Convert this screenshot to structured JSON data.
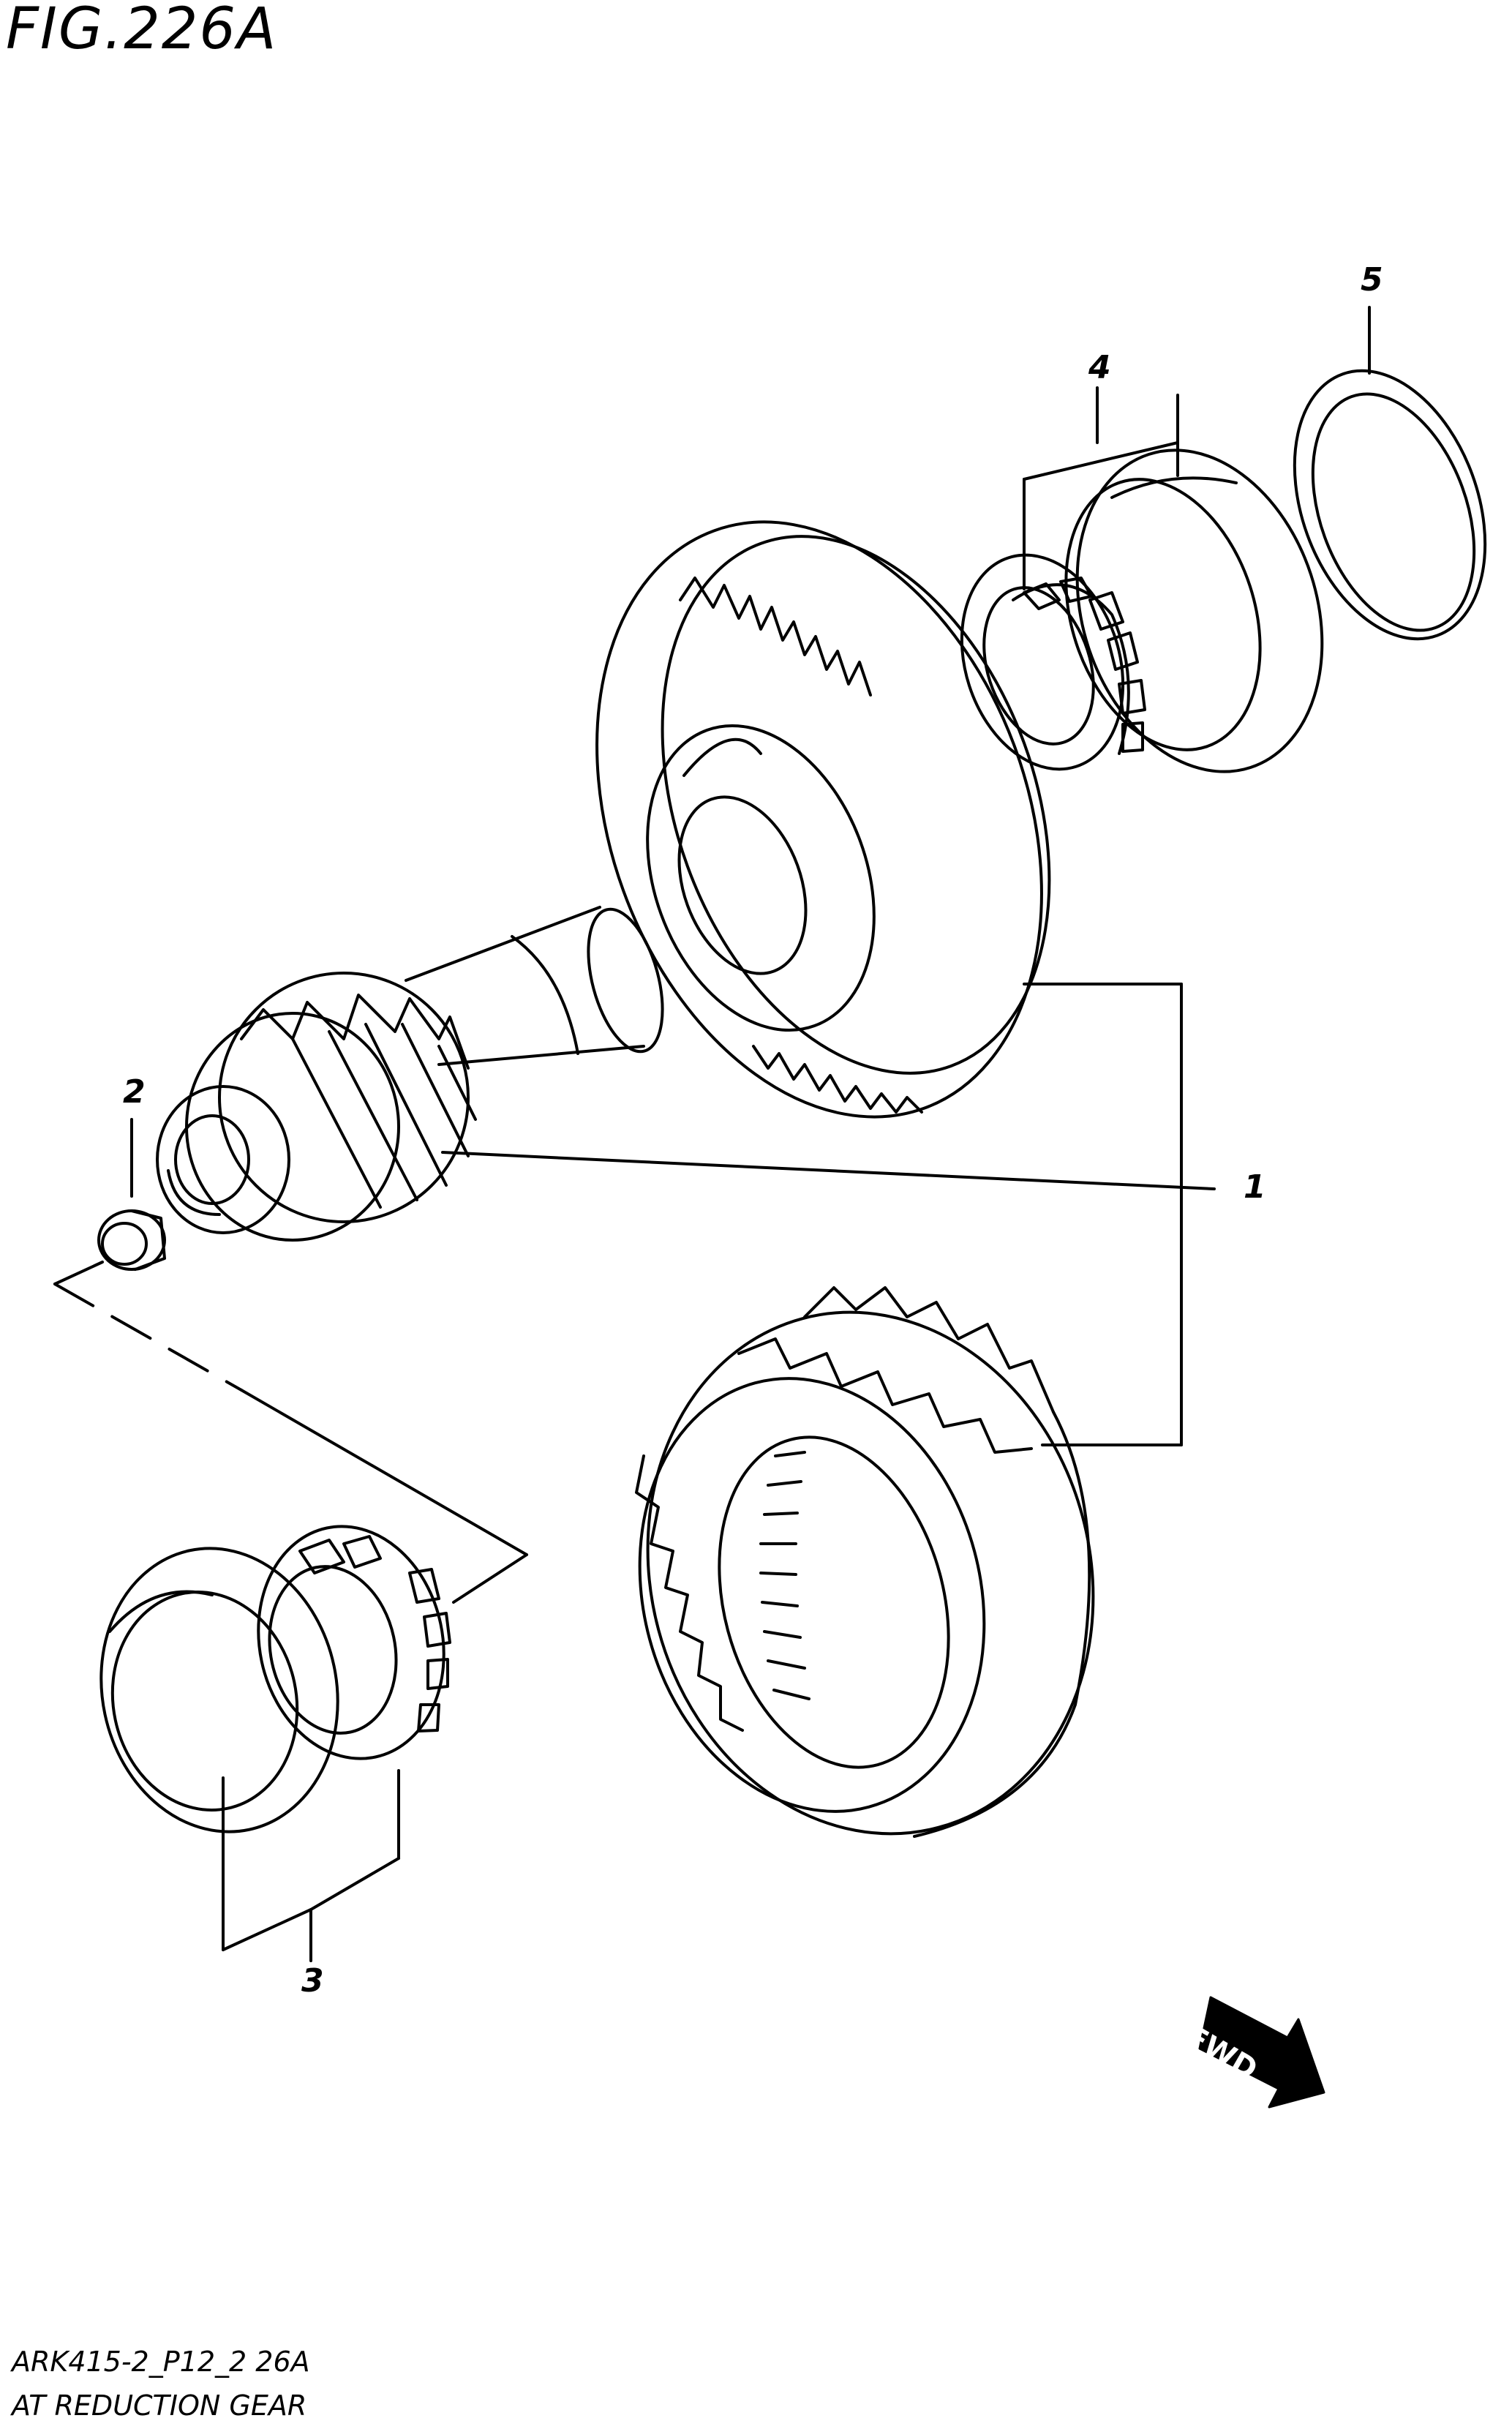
{
  "figure": {
    "title": "FIG.226A",
    "diagram_code": "ARK415-2_P12_2 26A",
    "diagram_name": "AT REDUCTION GEAR"
  },
  "callouts": [
    {
      "id": "callout-1",
      "number": "1"
    },
    {
      "id": "callout-2",
      "number": "2"
    },
    {
      "id": "callout-3",
      "number": "3"
    },
    {
      "id": "callout-4",
      "number": "4"
    },
    {
      "id": "callout-5",
      "number": "5"
    }
  ],
  "direction_marker": {
    "label": "FWD",
    "icon": "fwd-arrow-icon"
  }
}
